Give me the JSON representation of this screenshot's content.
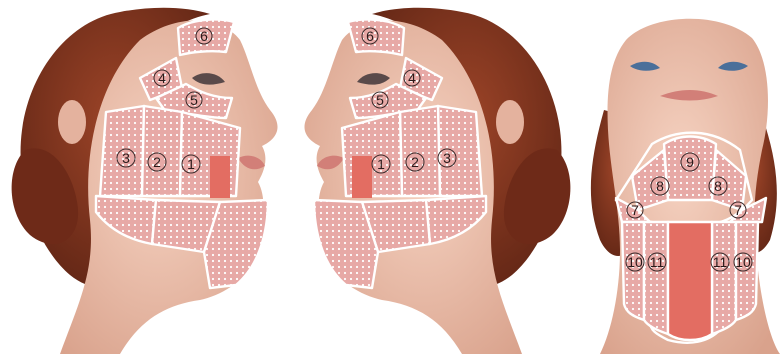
{
  "colors": {
    "skin": "#f2c8b4",
    "skin_shadow": "#d9a28c",
    "hair": "#8a3a22",
    "hair_dark": "#5e2414",
    "zone_fill": "#e7a9a6",
    "zone_dot": "#ffffff",
    "strip": "#e36d62",
    "zone_outline": "#ffffff"
  },
  "panels": {
    "left_face": {
      "zones": [
        "6",
        "4",
        "5",
        "3",
        "2",
        "1"
      ]
    },
    "right_face": {
      "zones": [
        "6",
        "4",
        "5",
        "1",
        "2",
        "3"
      ]
    },
    "neck": {
      "zones": [
        "9",
        "8",
        "8",
        "7",
        "7",
        "10",
        "11",
        "11",
        "10"
      ]
    }
  }
}
